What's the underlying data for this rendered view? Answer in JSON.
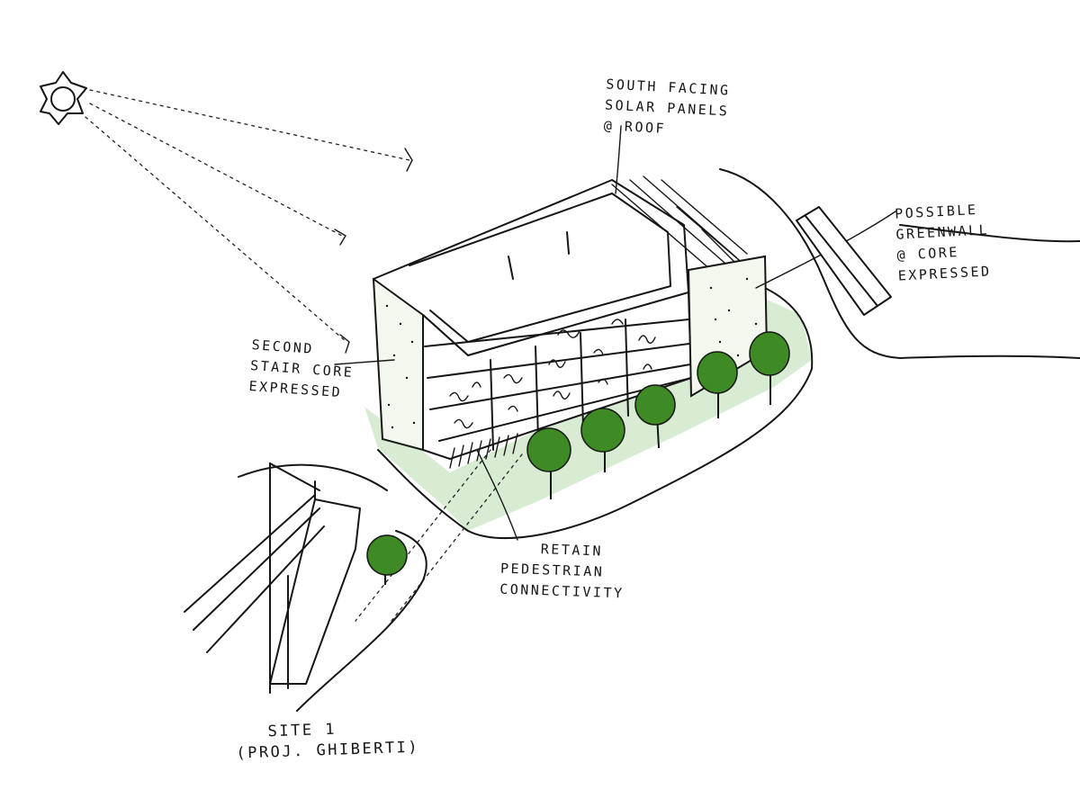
{
  "annotations": {
    "solar_panels": [
      "SOUTH FACING",
      "SOLAR PANELS",
      "@ ROOF"
    ],
    "greenwall": [
      "POSSIBLE",
      "GREENWALL",
      "@ CORE",
      "EXPRESSED"
    ],
    "stair_core": [
      "SECOND",
      "STAIR CORE",
      "EXPRESSED"
    ],
    "pedestrian": [
      "RETAIN",
      "PEDESTRIAN",
      "CONNECTIVITY"
    ],
    "site": [
      "SITE 1",
      "(PROJ. GHIBERTI)"
    ]
  },
  "colors": {
    "ink": "#161616",
    "landscape": "#d8ecd3",
    "tree": "#3e8a24",
    "facade": "#f2f8ee"
  },
  "icons": {
    "sun": "sun-icon",
    "tree": "tree-icon"
  }
}
